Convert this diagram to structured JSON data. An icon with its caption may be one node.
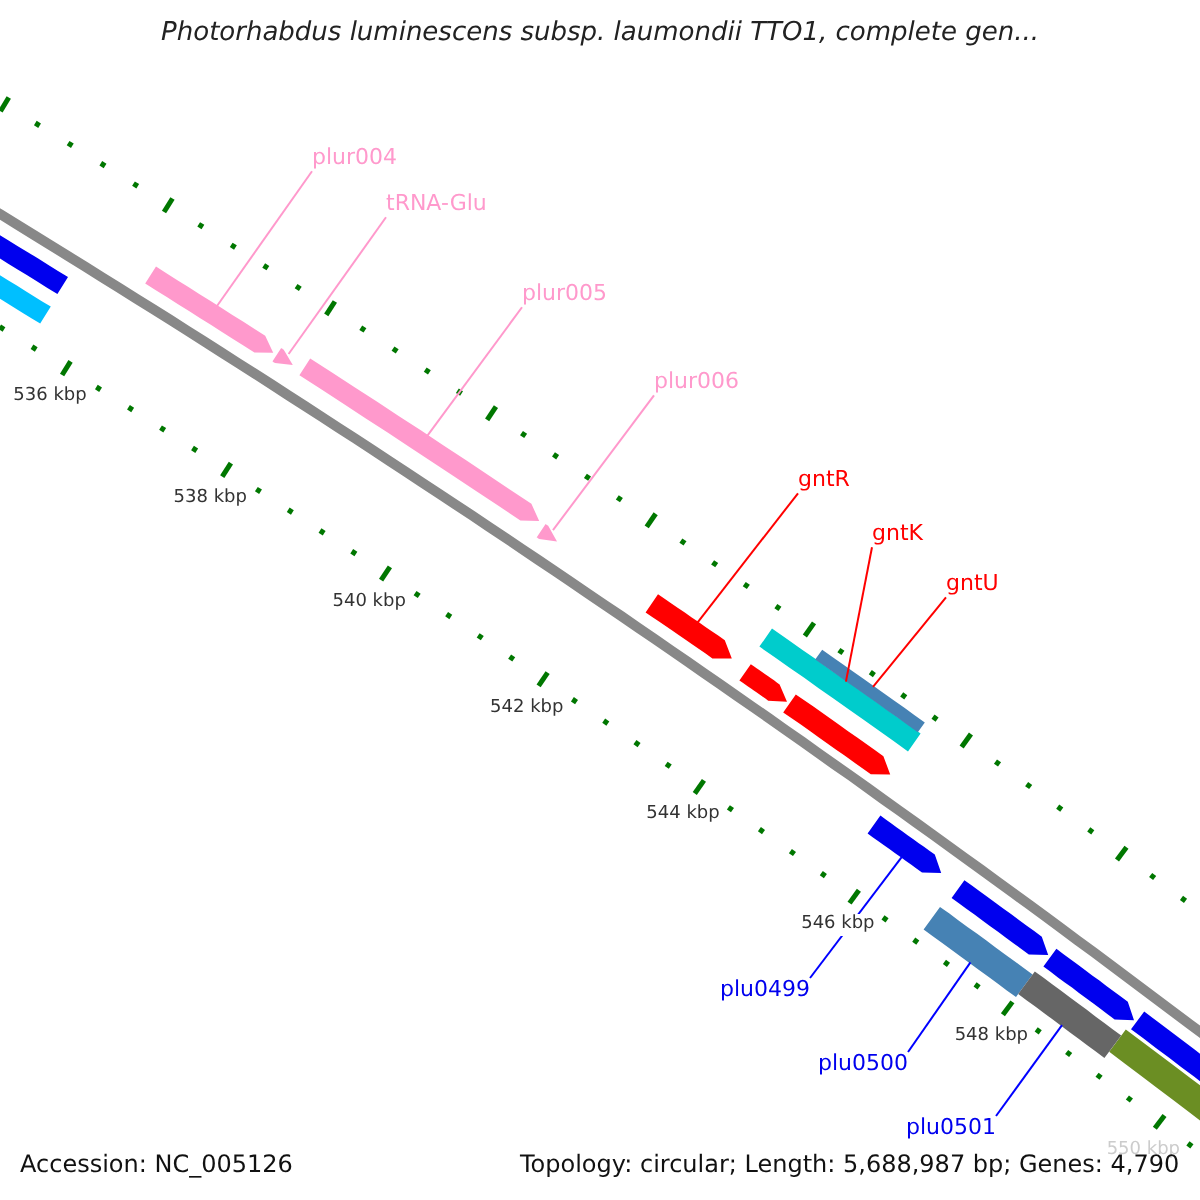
{
  "diagram": {
    "title": "Photorhabdus luminescens subsp. laumondii TTO1, complete gen...",
    "nodes": [
      {
        "text": [
          "plur004"
        ]
      },
      {
        "text": [
          "tRNA-Glu"
        ]
      },
      {
        "text": [
          "plur005"
        ]
      },
      {
        "text": [
          "plur006"
        ]
      },
      {
        "text": [
          "gntR"
        ]
      },
      {
        "text": [
          "gntK"
        ]
      },
      {
        "text": [
          "gntU"
        ]
      },
      {
        "text": [
          "plu0499"
        ]
      },
      {
        "text": [
          "plu0500"
        ]
      },
      {
        "text": [
          "plu0501"
        ]
      },
      {
        "text": [],
        "shape": "bar"
      },
      {
        "text": [],
        "shape": "bar"
      },
      {
        "text": [],
        "shape": "bar"
      },
      {
        "text": [],
        "shape": "bar"
      },
      {
        "text": [],
        "shape": "bar"
      },
      {
        "text": [],
        "shape": "bar"
      },
      {
        "text": [],
        "shape": "bar"
      },
      {
        "text": [],
        "shape": "bar"
      },
      {
        "text": [],
        "shape": "bar"
      },
      {
        "text": [],
        "shape": "bar"
      }
    ],
    "edges": [
      {
        "from": 0,
        "to": 10,
        "arrow": "none"
      },
      {
        "from": 1,
        "to": 11,
        "arrow": "none"
      },
      {
        "from": 2,
        "to": 12,
        "arrow": "none"
      },
      {
        "from": 3,
        "to": 13,
        "arrow": "none"
      },
      {
        "from": 4,
        "to": 14,
        "arrow": "none",
        "color": "#ff0000"
      },
      {
        "from": 5,
        "to": 15,
        "arrow": "none",
        "color": "#ff0000"
      },
      {
        "from": 6,
        "to": 16,
        "arrow": "none",
        "color": "#ff0000"
      },
      {
        "from": 7,
        "to": 17,
        "arrow": "none",
        "color": "#0000ff"
      },
      {
        "from": 8,
        "to": 18,
        "arrow": "none",
        "color": "#0000ff"
      },
      {
        "from": 9,
        "to": 19,
        "arrow": "none",
        "color": "#0000ff"
      }
    ],
    "labels": [
      "536 kbp",
      "538 kbp",
      "540 kbp",
      "542 kbp",
      "544 kbp",
      "546 kbp",
      "548 kbp",
      "550 kbp",
      "Accession: NC_005126",
      "Topology: circular; Length: 5,688,987 bp; Genes: 4,790"
    ]
  }
}
